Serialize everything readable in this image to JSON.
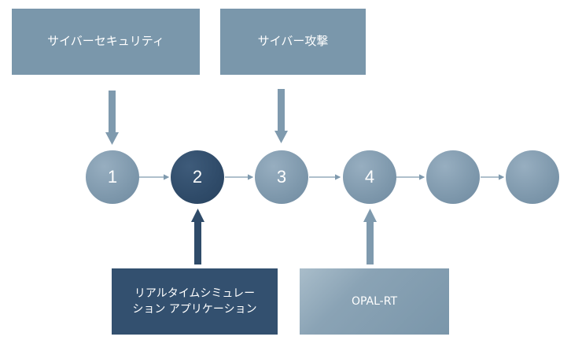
{
  "boxes": {
    "cyber_security": "サイバーセキュリティ",
    "cyber_attack": "サイバー攻撃",
    "realtime_sim_line1": "リアルタイムシミュレー",
    "realtime_sim_line2": "ション アプリケーション",
    "opal_rt": "OPAL-RT"
  },
  "nodes": [
    "1",
    "2",
    "3",
    "4",
    "",
    ""
  ],
  "colors": {
    "box_light": "#7a97ab",
    "box_dark": "#33506f",
    "node_light": "#7e98ac",
    "node_dark": "#2f4b69",
    "arrow": "#7f9aae",
    "arrow_dark": "#2f4b69"
  }
}
